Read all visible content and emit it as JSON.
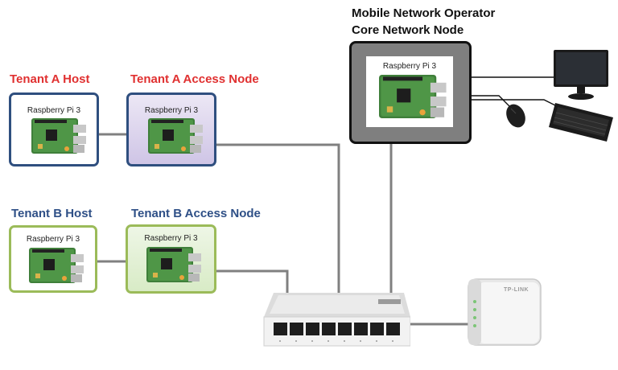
{
  "diagram": {
    "nodes": {
      "tenant_a_host": {
        "title": "Tenant A Host",
        "device": "Raspberry Pi 3",
        "title_color": "#e03030",
        "border_color": "#2f4f7f",
        "fill": "#ffffff"
      },
      "tenant_a_access": {
        "title": "Tenant A Access Node",
        "device": "Raspberry Pi 3",
        "title_color": "#e03030",
        "border_color": "#2f4f7f",
        "fill": "#dcd4ee"
      },
      "tenant_b_host": {
        "title": "Tenant B Host",
        "device": "Raspberry Pi 3",
        "title_color": "#2e4f86",
        "border_color": "#9bbb59",
        "fill": "#ffffff"
      },
      "tenant_b_access": {
        "title": "Tenant B Access Node",
        "device": "Raspberry Pi 3",
        "title_color": "#2e4f86",
        "border_color": "#9bbb59",
        "fill": "#e2efd5"
      },
      "core": {
        "title_line1": "Mobile Network Operator",
        "title_line2": "Core Network Node",
        "device": "Raspberry Pi 3",
        "border_color": "#111111",
        "fill": "#7f7f7f"
      }
    },
    "peripherals": [
      "monitor-icon",
      "mouse-icon",
      "keyboard-icon"
    ],
    "network": [
      "switch-icon",
      "router-icon"
    ],
    "router_brand": "TP-LINK",
    "link_color": "#7f7f7f"
  }
}
